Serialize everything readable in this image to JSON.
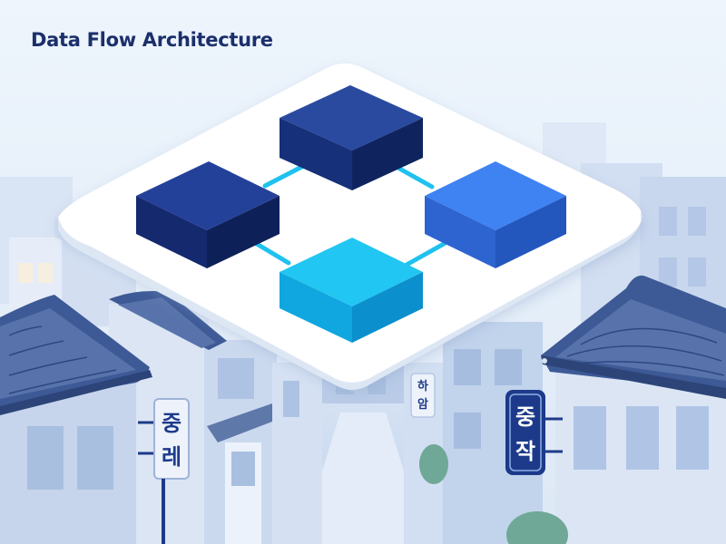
{
  "title": "Data Flow Architecture",
  "nodes": [
    {
      "id": "node-top",
      "color": "#1d3a8a"
    },
    {
      "id": "node-left",
      "color": "#1a3580"
    },
    {
      "id": "node-right",
      "color": "#3b7ff0"
    },
    {
      "id": "node-bottom",
      "color": "#19b9ee"
    }
  ],
  "connector_color": "#1fc2ef",
  "signs": {
    "left": {
      "line1": "중",
      "line2": "레"
    },
    "center": {
      "line1": "하",
      "line2": "암"
    },
    "right": {
      "line1": "중",
      "line2": "작"
    }
  },
  "colors": {
    "background": "#eaf2fb",
    "platform": "#ffffff",
    "roof": "#3d5a96",
    "building": "#c7d6ee",
    "sign_dark": "#1d3a8a"
  }
}
